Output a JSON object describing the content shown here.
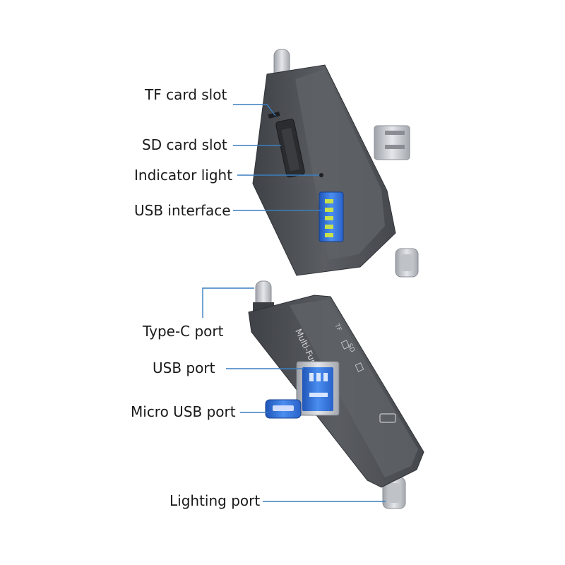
{
  "labels": {
    "tf_card_slot": "TF card slot",
    "sd_card_slot": "SD card slot",
    "indicator_light": "Indicator light",
    "usb_interface": "USB interface",
    "type_c_port": "Type-C port",
    "usb_port": "USB port",
    "micro_usb_port": "Micro USB port",
    "lighting_port": "Lighting port"
  },
  "device": {
    "name": "Multi-Func Reader",
    "slot_marks": [
      "TF",
      "SD"
    ]
  },
  "colors": {
    "callout_line": "#3a7fc1",
    "body_dark": "#4a4d52",
    "body_light": "#6a6d72",
    "usb_blue": "#2f6fd6",
    "usb_pin": "#c8e04a",
    "metal": "#c9ccd1"
  }
}
